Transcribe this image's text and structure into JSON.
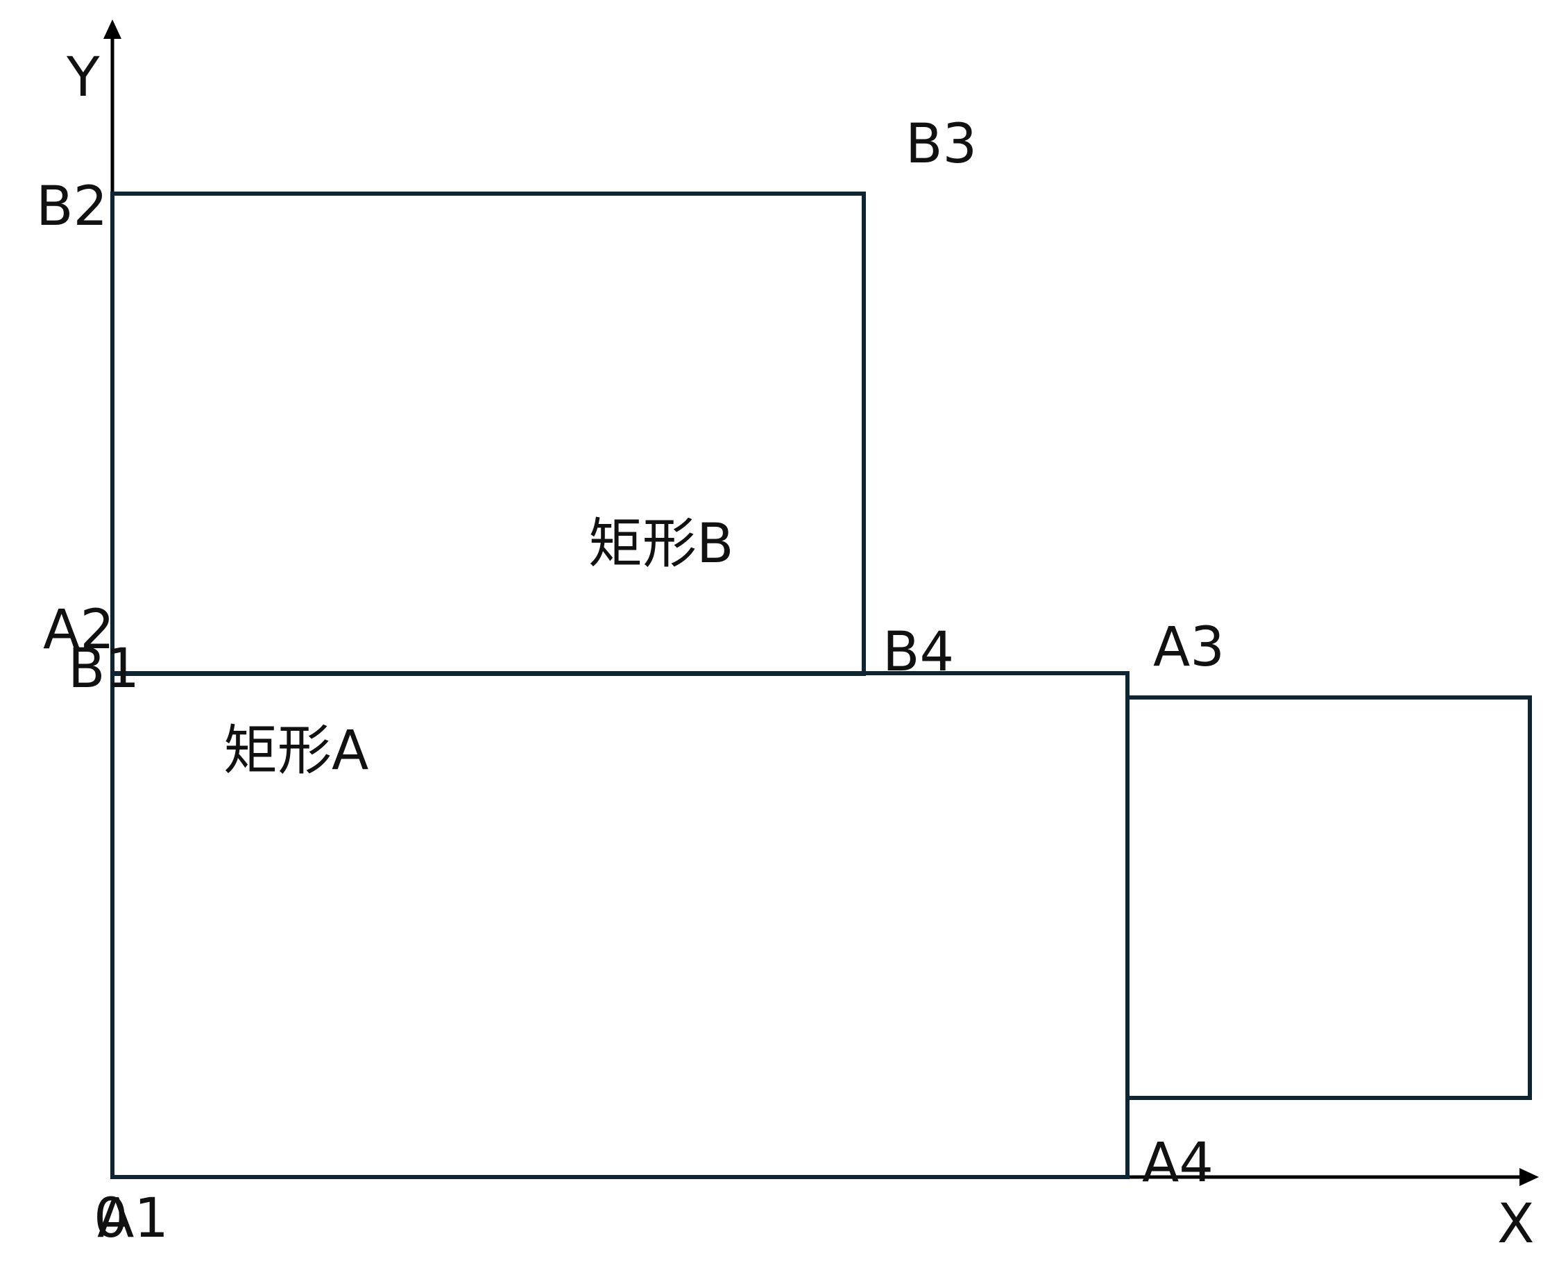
{
  "axes": {
    "x_label": "X",
    "y_label": "Y",
    "origin_label": "0"
  },
  "rectangles": {
    "A": {
      "name": "矩形A",
      "corners": [
        "A1",
        "A2",
        "A3",
        "A4"
      ]
    },
    "B": {
      "name": "矩形B",
      "corners": [
        "B1",
        "B2",
        "B3",
        "B4"
      ]
    }
  },
  "colors": {
    "stroke": "#0e2533",
    "axis": "#000000",
    "background": "#ffffff"
  }
}
